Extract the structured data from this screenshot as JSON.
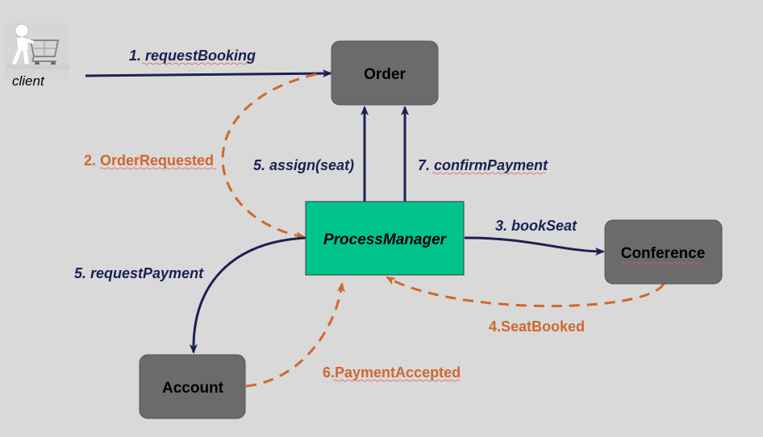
{
  "actor": {
    "label": "client",
    "icon": "shopping-cart-person-icon"
  },
  "nodes": {
    "order": "Order",
    "process_manager": "ProcessManager",
    "conference": "Conference",
    "account": "Account"
  },
  "messages": {
    "request_booking": "1. requestBooking",
    "order_requested": "2. OrderRequested",
    "book_seat": "3. bookSeat",
    "seat_booked": "4.SeatBooked",
    "assign_seat": "5. assign(seat)",
    "request_payment": "5. requestPayment",
    "payment_accepted": "6.PaymentAccepted",
    "confirm_payment": "7. confirmPayment"
  },
  "colors": {
    "background": "#d9d9d9",
    "node_fill": "#6b6b6b",
    "process_manager_fill": "#00c48c",
    "command_arrow": "#1b2151",
    "event_arrow": "#d0672d"
  }
}
